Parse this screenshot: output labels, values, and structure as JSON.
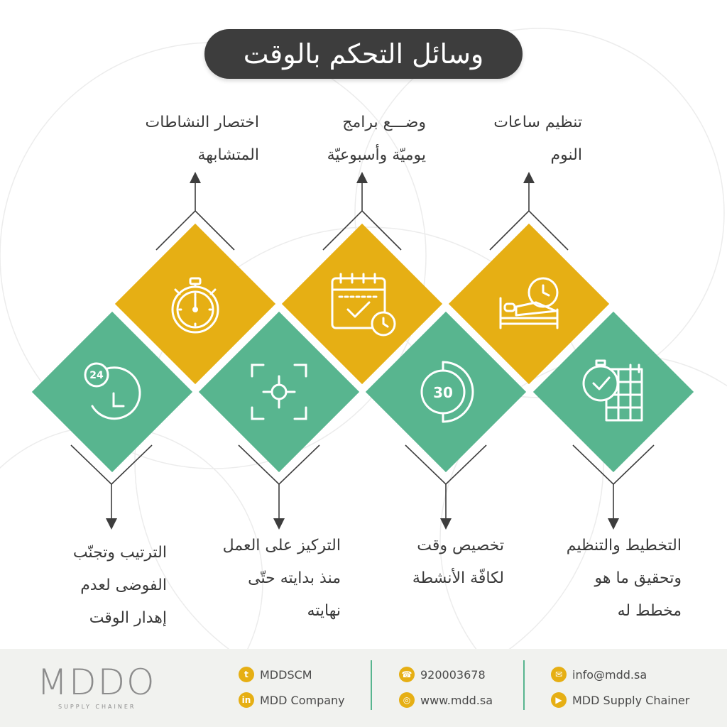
{
  "title": "وسائل التحكم بالوقت",
  "colors": {
    "yellow": "#e6af14",
    "green": "#58b58f",
    "dark": "#3d3d3d"
  },
  "top_items": [
    {
      "text": "تنظيم ساعات\nالنوم",
      "icon": "bed-alarm-clock-icon"
    },
    {
      "text": "وضـــع برامج\nيوميّة وأسبوعيّة",
      "icon": "calendar-check-icon"
    },
    {
      "text": "اختصار النشاطات\nالمتشابهة",
      "icon": "stopwatch-icon"
    }
  ],
  "bottom_items": [
    {
      "text": "التخطيط والتنظيم\nوتحقيق ما هو\nمخطط له",
      "icon": "stopwatch-calendar-icon"
    },
    {
      "text": "تخصيص وقت\nلكافّة الأنشطة",
      "icon": "timer-30-icon"
    },
    {
      "text": "التركيز على العمل\nمنذ بدايته حتّى\nنهايته",
      "icon": "focus-target-icon"
    },
    {
      "text": "الترتيب وتجنّب\nالفوضى لعدم\nإهدار الوقت",
      "icon": "clock-24-icon"
    }
  ],
  "footer": {
    "logo": "MDDO",
    "logo_sub": "SUPPLY CHAINER",
    "twitter": "MDDSCM",
    "linkedin": "MDD Company",
    "phone": "920003678",
    "website": "www.mdd.sa",
    "email": "info@mdd.sa",
    "youtube": "MDD Supply Chainer"
  }
}
